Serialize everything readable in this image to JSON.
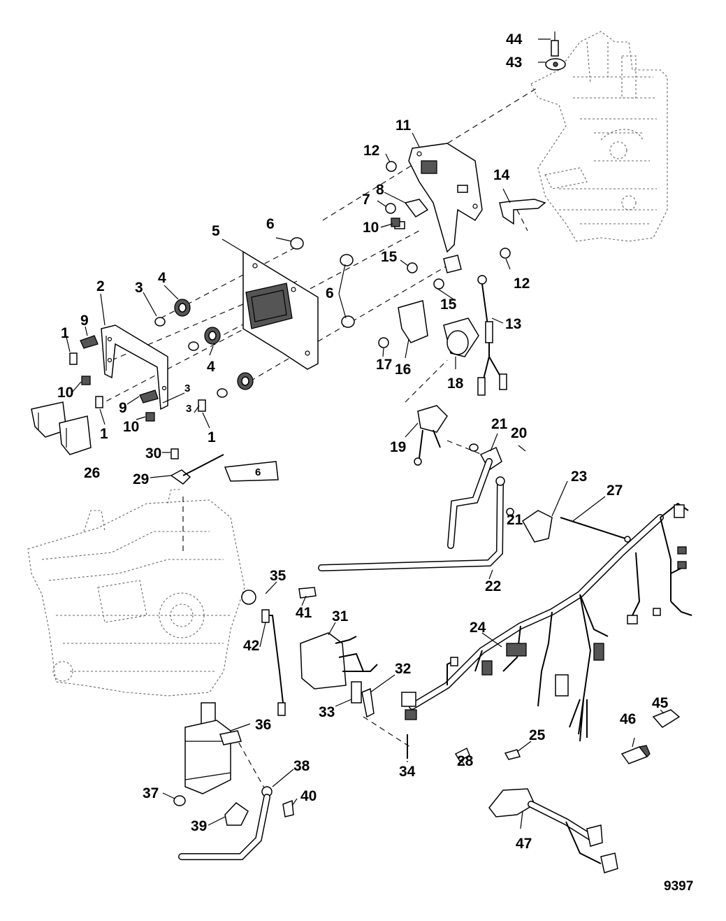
{
  "labels": {
    "l1a": "1",
    "l1b": "1",
    "l1c": "1",
    "l2": "2",
    "l3a": "3",
    "l3b": "3",
    "l3c": "3",
    "l4a": "4",
    "l4b": "4",
    "l5": "5",
    "l6a": "6",
    "l6b": "6",
    "l7": "7",
    "l8": "8",
    "l9a": "9",
    "l9b": "9",
    "l10a": "10",
    "l10b": "10",
    "l10c": "10",
    "l11": "11",
    "l12a": "12",
    "l12b": "12",
    "l13": "13",
    "l14": "14",
    "l15a": "15",
    "l15b": "15",
    "l16": "16",
    "l17": "17",
    "l18": "18",
    "l19": "19",
    "l20": "20",
    "l21a": "21",
    "l21b": "21",
    "l22": "22",
    "l23": "23",
    "l24": "24",
    "l25": "25",
    "l26": "26",
    "l27": "27",
    "l28": "28",
    "l29": "29",
    "l30": "30",
    "l31": "31",
    "l32": "32",
    "l33": "33",
    "l34": "34",
    "l35": "35",
    "l36": "36",
    "l37": "37",
    "l38": "38",
    "l39": "39",
    "l40": "40",
    "l41": "41",
    "l42": "42",
    "l43": "43",
    "l44": "44",
    "l45": "45",
    "l46": "46",
    "l47": "47",
    "tube": "6"
  },
  "figure_number": "9397"
}
